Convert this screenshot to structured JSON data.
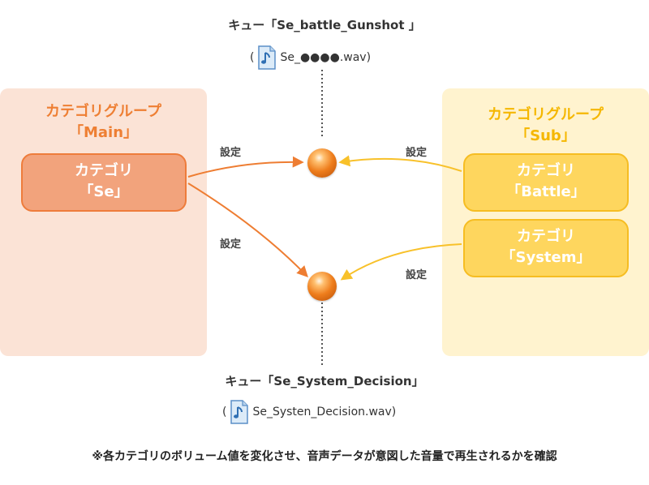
{
  "cue_top": {
    "title": "キュー「Se_battle_Gunshot 」",
    "open_paren": "(",
    "filename": "Se_●●●●.wav)"
  },
  "cue_bottom": {
    "title": "キュー「Se_System_Decision」",
    "open_paren": "(",
    "filename": "Se_Systen_Decision.wav)"
  },
  "group_main": {
    "line1": "カテゴリグループ",
    "line2": "「Main」",
    "color": "#ee7f33",
    "category": {
      "line1": "カテゴリ",
      "line2": "「Se」"
    }
  },
  "group_sub": {
    "line1": "カテゴリグループ",
    "line2": "「Sub」",
    "color": "#f5b700",
    "categories": [
      {
        "line1": "カテゴリ",
        "line2": "「Battle」"
      },
      {
        "line1": "カテゴリ",
        "line2": "「System」"
      }
    ]
  },
  "arrow_labels": {
    "se_to_top": "設定",
    "battle_to_top": "設定",
    "se_to_bottom": "設定",
    "system_to_bottom": "設定"
  },
  "icons": {
    "cue_node": "orange-ball-icon",
    "file": "music-file-icon"
  },
  "colors": {
    "orange_arrow": "#ee7d32",
    "yellow_arrow": "#f8c12a"
  },
  "note": "※各カテゴリのボリューム値を変化させ、音声データが意図した音量で再生されるかを確認"
}
